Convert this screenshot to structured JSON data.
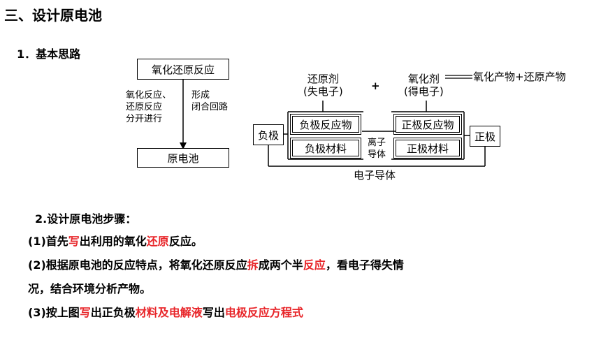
{
  "heading": "三、设计原电池",
  "subheading": "1．基本思路",
  "left_diagram": {
    "top_box": "氧化还原反应",
    "bottom_box": "原电池",
    "left_note": [
      "氧化反应、",
      "还原反应",
      "分开进行"
    ],
    "right_note": [
      "形成",
      "闭合回路"
    ]
  },
  "right_diagram": {
    "reductant": "还原剂",
    "reductant_note": "(失电子)",
    "plus": "+",
    "oxidant": "氧化剂",
    "oxidant_note": "(得电子)",
    "equation_tail": "氧化产物+还原产物",
    "negative_electrode": "负极",
    "negative_reactant": "负极反应物",
    "negative_material": "负极材料",
    "ion_conductor": [
      "离子",
      "导体"
    ],
    "positive_reactant": "正极反应物",
    "positive_material": "正极材料",
    "positive_electrode": "正极",
    "electron_conductor": "电子导体"
  },
  "steps": {
    "heading": "2.设计原电池步骤：",
    "s1": [
      "(1)首先",
      "写",
      "出利用的氧化",
      "还原",
      "反应。"
    ],
    "s2a": [
      "(2)根据原电池的反应特点，将氧化还原反应",
      "拆",
      "成两个半",
      "反应",
      "，看电子得失情"
    ],
    "s2b": "况，结合环境分析产物。",
    "s3": [
      "(3)按上图",
      "写",
      "出正负极",
      "材料及电解液",
      "写出",
      "电极反应方程式"
    ]
  },
  "colors": {
    "highlight": "#e8262a",
    "text": "#000000"
  }
}
